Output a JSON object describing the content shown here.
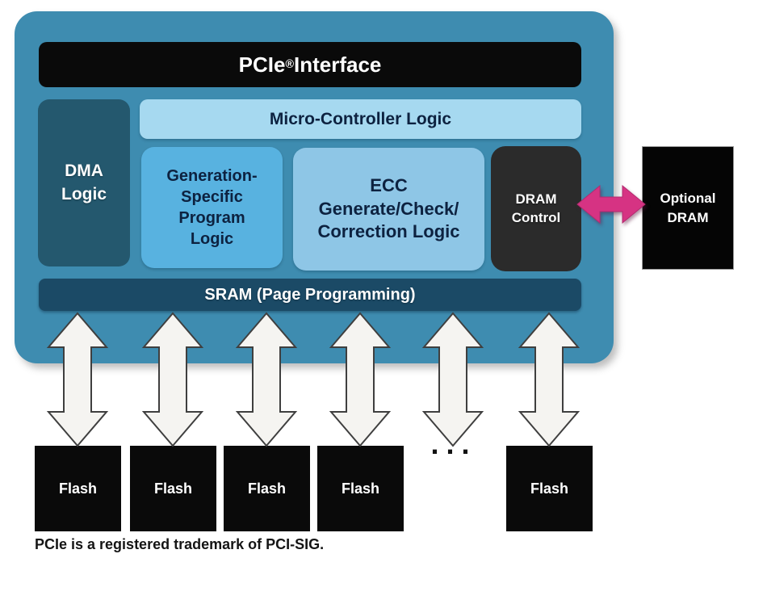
{
  "diagram": {
    "pcie_bar": {
      "prefix": "PCIe",
      "registered_mark": "®",
      "suffix": " Interface"
    },
    "micro_controller": {
      "label": "Micro-Controller Logic"
    },
    "dma": {
      "label": "DMA\nLogic"
    },
    "generation_specific": {
      "label": "Generation-\nSpecific\nProgram\nLogic"
    },
    "ecc": {
      "label": "ECC\nGenerate/Check/\nCorrection Logic"
    },
    "dram_control": {
      "label": "DRAM\nControl"
    },
    "optional_dram": {
      "label": "Optional\nDRAM"
    },
    "sram": {
      "label": "SRAM (Page Programming)"
    },
    "flash_channels": {
      "items": [
        {
          "label": "Flash"
        },
        {
          "label": "Flash"
        },
        {
          "label": "Flash"
        },
        {
          "label": "Flash"
        },
        {
          "label": "Flash"
        }
      ],
      "ellipsis": "..."
    },
    "footnote": "PCIe is a registered trademark of PCI-SIG."
  },
  "colors": {
    "container_blue": "#3e8cb0",
    "black_block": "#0a0a0a",
    "dram_control_gray": "#2b2b2b",
    "dma_teal": "#24586e",
    "sram_navy": "#1b4a66",
    "micro_light_blue": "#a6d9f0",
    "generation_blue": "#58b2e0",
    "ecc_blue": "#8ec6e6",
    "pink_arrow": "#d63383",
    "navy_text": "#0d2240",
    "white_arrow_fill": "#f5f4f1",
    "arrow_outline": "#3f3f3f"
  }
}
